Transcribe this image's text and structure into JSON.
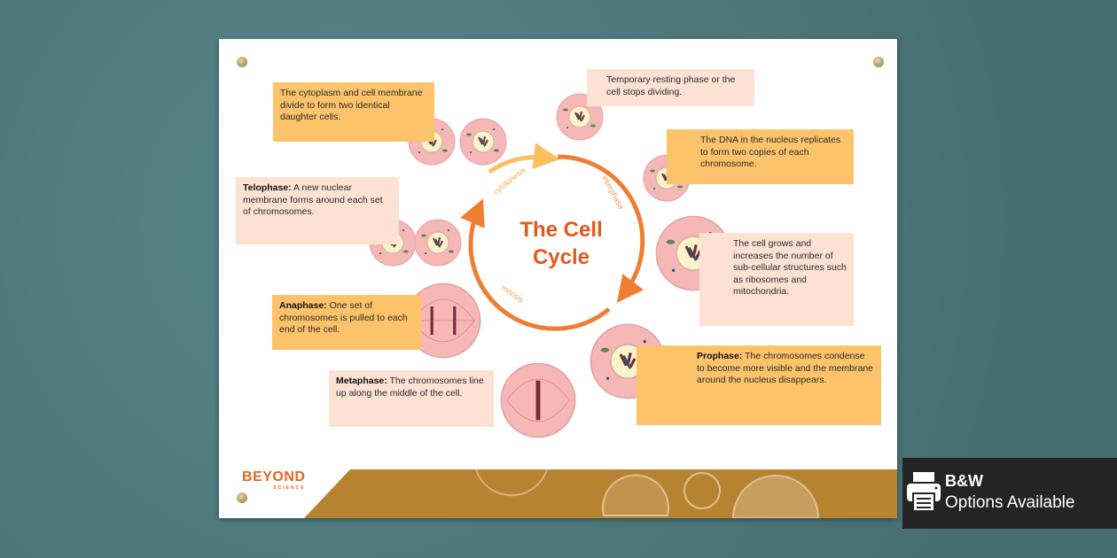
{
  "title_line1": "The Cell",
  "title_line2": "Cycle",
  "cycle_labels": {
    "cytokinesis": "cytokinesis",
    "interphase": "interphase",
    "mitosis": "mitosis"
  },
  "boxes": {
    "cytokinesis": {
      "text": "The cytoplasm and cell membrane divide to form two identical daughter cells."
    },
    "telophase": {
      "term": "Telophase:",
      "text": " A new nuclear membrane forms around each set of chromosomes."
    },
    "anaphase": {
      "term": "Anaphase:",
      "text": " One set of chromosomes is pulled to each end of the cell."
    },
    "metaphase": {
      "term": "Metaphase:",
      "text": " The chromosomes line up along the middle of the cell."
    },
    "g0": {
      "text": "Temporary resting phase or the cell stops dividing."
    },
    "s_phase": {
      "text": "The DNA in the nucleus replicates to form two copies of each chromosome."
    },
    "g1": {
      "text": "The cell grows and increases the number of sub-cellular structures such as ribosomes and mitochondria."
    },
    "prophase": {
      "term": "Prophase:",
      "text": " The chromosomes condense to become more visible and the membrane around the nucleus disappears."
    }
  },
  "logo": {
    "name": "BEYOND",
    "sub": "SCIENCE"
  },
  "badge": {
    "line1": "B&W",
    "line2": "Options Available"
  },
  "colors": {
    "orange_box": "#fcc36b",
    "peach_box": "#fde2d3",
    "arrow": "#ef7d32",
    "title": "#e8561c",
    "badge_bg": "#242424"
  }
}
